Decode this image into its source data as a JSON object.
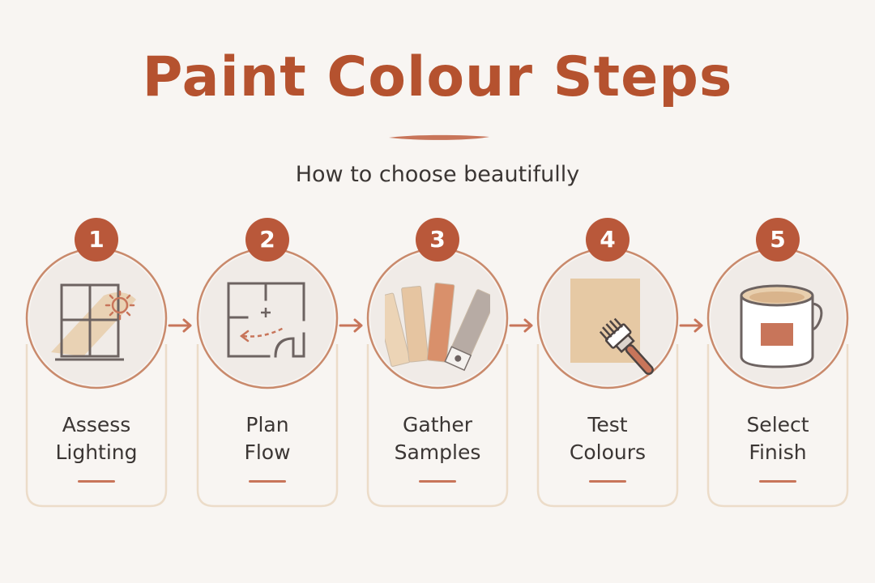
{
  "header": {
    "title": "Paint Colour Steps",
    "subtitle": "How to choose beautifully"
  },
  "colors": {
    "accent": "#b9583a",
    "title": "#b5522f",
    "card_border": "#ecdcc9",
    "circle_border": "#c98a6c",
    "text": "#3b3634",
    "background": "#f8f5f2"
  },
  "steps": [
    {
      "number": "1",
      "label_line1": "Assess",
      "label_line2": "Lighting",
      "icon": "window-sun-icon"
    },
    {
      "number": "2",
      "label_line1": "Plan",
      "label_line2": "Flow",
      "icon": "floor-plan-icon"
    },
    {
      "number": "3",
      "label_line1": "Gather",
      "label_line2": "Samples",
      "icon": "swatch-fan-icon"
    },
    {
      "number": "4",
      "label_line1": "Test",
      "label_line2": "Colours",
      "icon": "paint-swatch-brush-icon"
    },
    {
      "number": "5",
      "label_line1": "Select",
      "label_line2": "Finish",
      "icon": "paint-can-icon"
    }
  ]
}
